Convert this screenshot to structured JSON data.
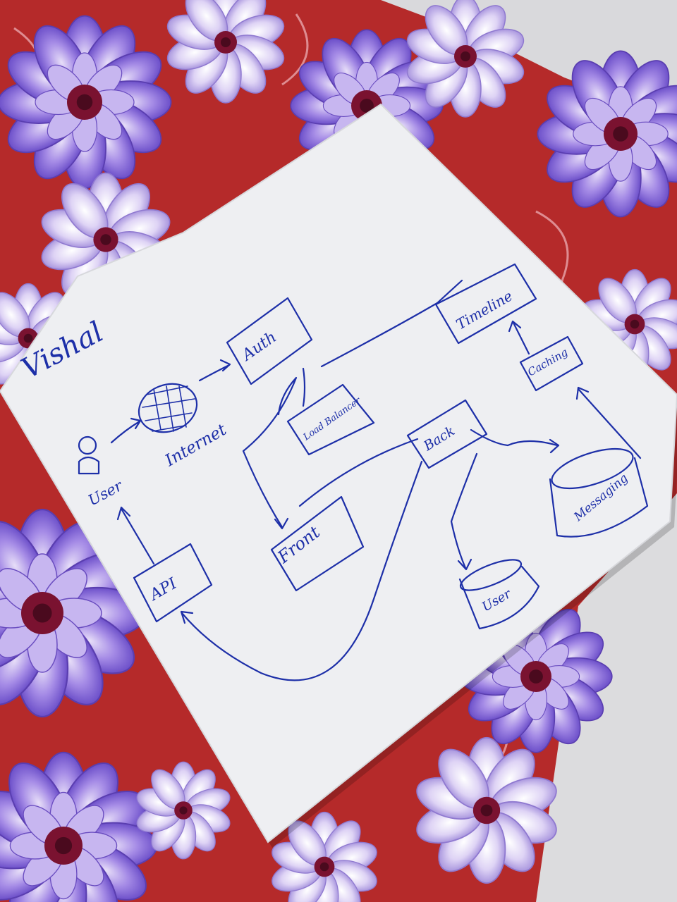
{
  "diagram": {
    "author": "Vishal",
    "nodes": {
      "user_actor": "User",
      "internet": "Internet",
      "auth": "Auth",
      "load_balancer": "Load Balancer",
      "timeline": "Timeline",
      "caching": "Caching",
      "back": "Back",
      "messaging": "Messaging",
      "front": "Front",
      "api": "API",
      "user_db": "User"
    }
  },
  "colors": {
    "ink": "#1d2fa8",
    "paper": "#eeeff2",
    "table_red": "#b52a2a",
    "flower_purple": "#8a6fd6",
    "flower_center": "#7a1230"
  }
}
